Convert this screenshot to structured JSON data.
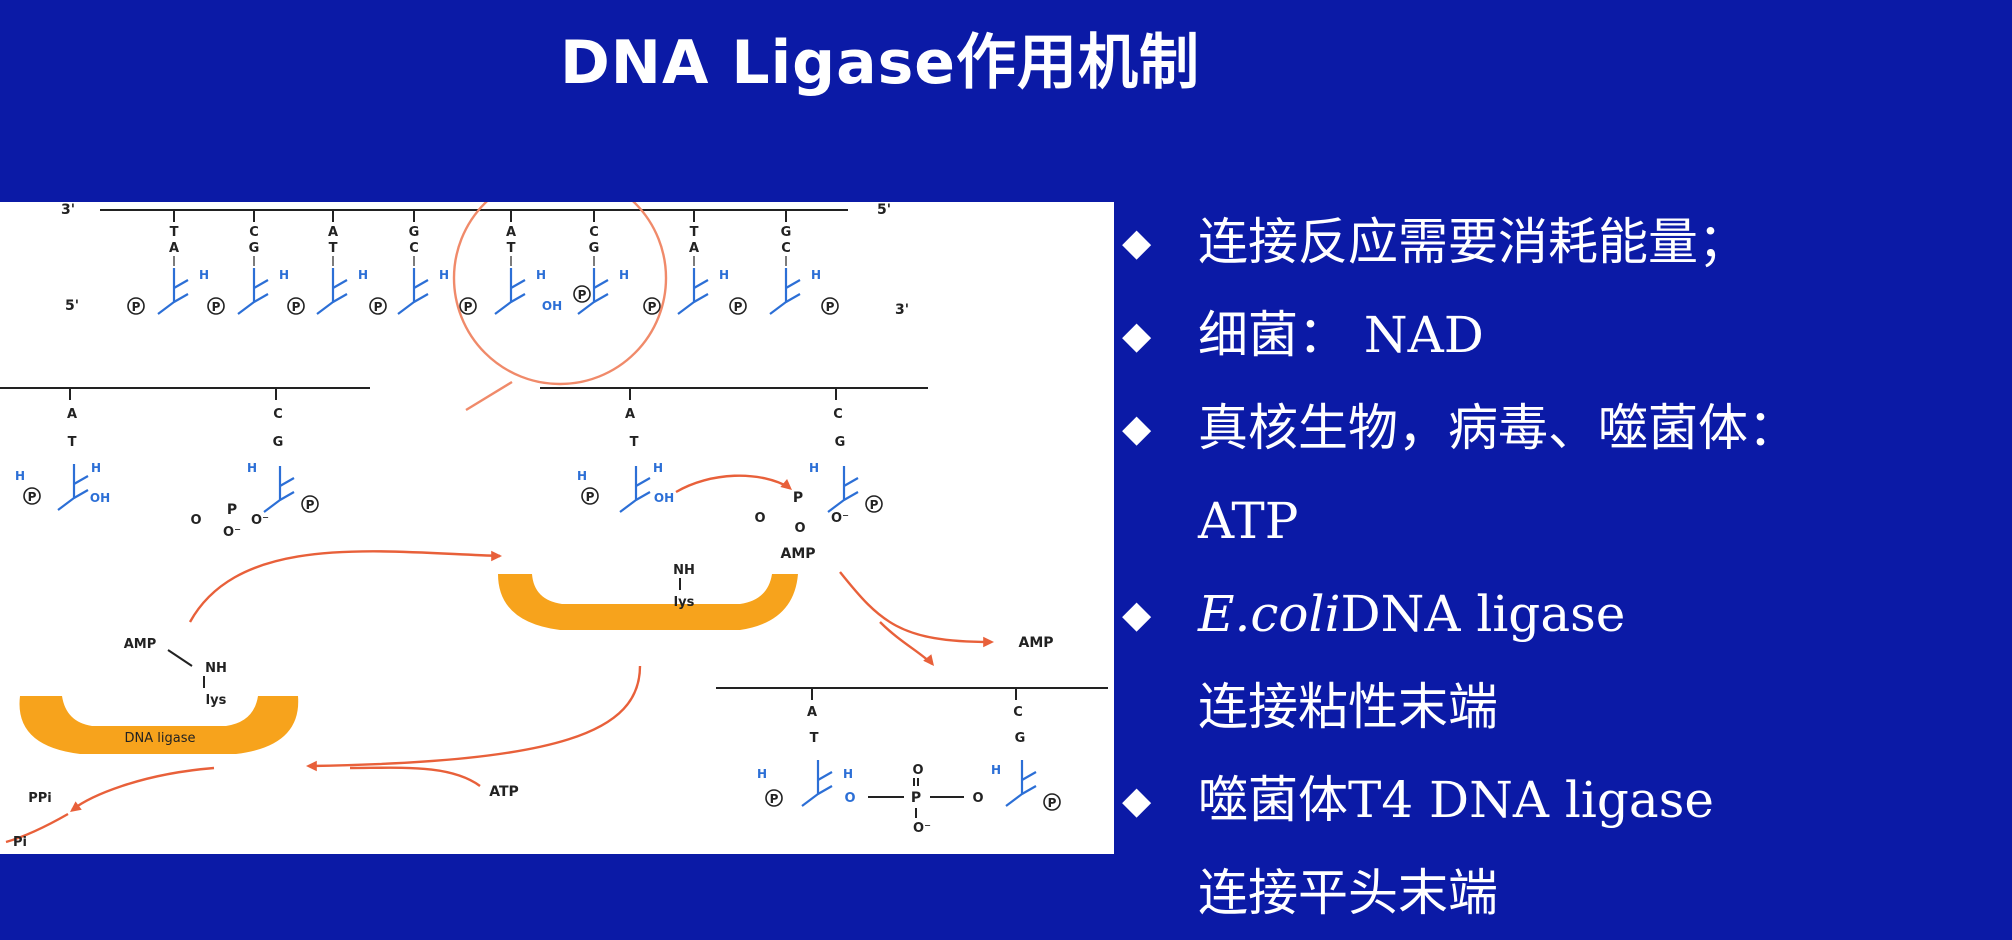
{
  "slide": {
    "title": "DNA Ligase作用机制",
    "colors": {
      "background": "#0b1aa6",
      "text": "#ffffff",
      "enzyme": "#f7a31c",
      "arrow": "#e8603a",
      "strand_blue": "#2c6fd6"
    }
  },
  "bullets": [
    {
      "text": "连接反应需要消耗能量；"
    },
    {
      "text": "细菌： NAD"
    },
    {
      "text": "真核生物，病毒、噬菌体："
    },
    {
      "text": "ATP",
      "continuation": true
    },
    {
      "italic": "E.coli",
      "text": "DNA ligase"
    },
    {
      "text": "连接粘性末端",
      "continuation": true
    },
    {
      "text": "噬菌体T4 DNA ligase"
    },
    {
      "text": "连接平头末端",
      "continuation": true
    }
  ],
  "figure": {
    "top_strand": {
      "end_left": "3'",
      "end_right": "5'",
      "top_bases": [
        "T",
        "C",
        "A",
        "G",
        "A",
        "C",
        "T",
        "G"
      ],
      "bottom_bases": [
        "A",
        "G",
        "T",
        "C",
        "T",
        "G",
        "A",
        "C"
      ]
    },
    "bottom_strand": {
      "end_left": "5'",
      "end_right": "3'"
    },
    "labels": {
      "phosphate": "P",
      "hydrogen": "H",
      "hydroxyl": "OH",
      "amp": "AMP",
      "atp": "ATP",
      "ppi": "PPi",
      "pi": "Pi",
      "nh": "NH",
      "lys": "lys",
      "enzyme": "DNA ligase",
      "o": "O",
      "o_minus": "O⁻",
      "p_atom": "P"
    },
    "panel_bases": {
      "left_top": [
        "A",
        "T"
      ],
      "right_top": [
        "C",
        "G"
      ]
    }
  }
}
